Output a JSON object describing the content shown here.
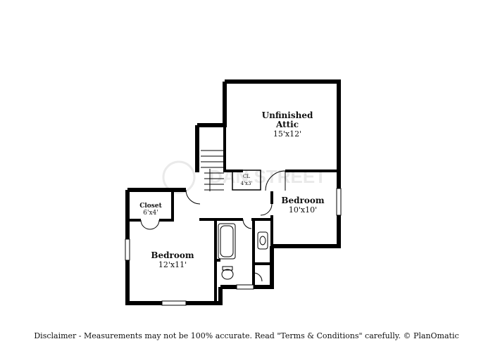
{
  "rooms": {
    "attic": {
      "name_line1": "Unfinished",
      "name_line2": "Attic",
      "dims": "15'x12'"
    },
    "bedroom_right": {
      "name": "Bedroom",
      "dims": "10'x10'"
    },
    "bedroom_left": {
      "name": "Bedroom",
      "dims": "12'x11'"
    },
    "closet": {
      "name": "Closet",
      "dims": "6'x4'"
    },
    "linen_closet": {
      "name": "CL",
      "dims": "4'x3'"
    }
  },
  "watermark": {
    "text": "DAN STREET"
  },
  "disclaimer": "Disclaimer - Measurements may not be 100% accurate. Read \"Terms & Conditions\" carefully. © PlanOmatic"
}
